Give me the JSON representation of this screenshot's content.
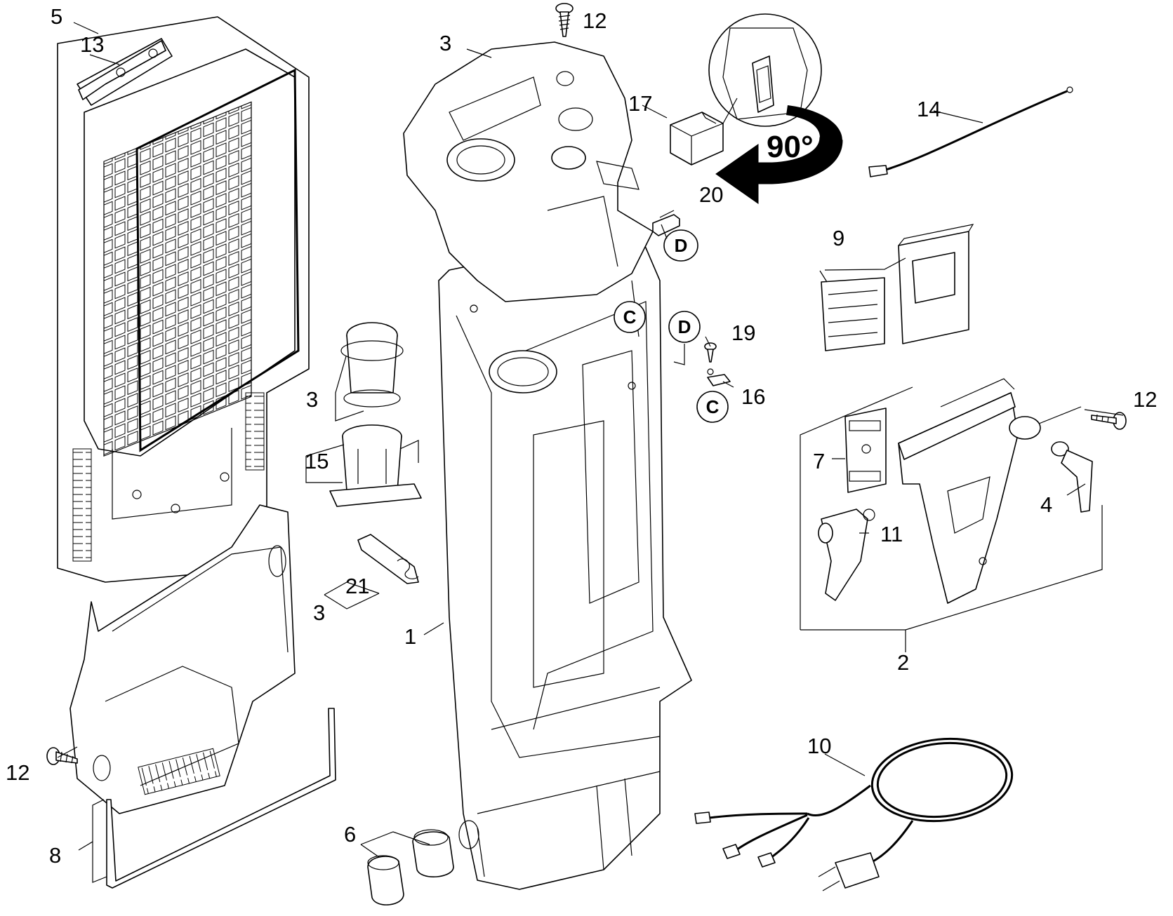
{
  "callouts": {
    "c1": "1",
    "c2": "2",
    "c3a": "3",
    "c3b": "3",
    "c3c": "3",
    "c4": "4",
    "c5": "5",
    "c6": "6",
    "c7": "7",
    "c8": "8",
    "c9": "9",
    "c10": "10",
    "c11": "11",
    "c12a": "12",
    "c12b": "12",
    "c12c": "12",
    "c13": "13",
    "c14": "14",
    "c15": "15",
    "c16": "16",
    "c17": "17",
    "c19": "19",
    "c20": "20",
    "c21": "21"
  },
  "markers": {
    "m_d1": "D",
    "m_d2": "D",
    "m_c1": "C",
    "m_c2": "C"
  },
  "rotation_label": "90°",
  "colors": {
    "line": "#000000",
    "background": "#ffffff"
  }
}
